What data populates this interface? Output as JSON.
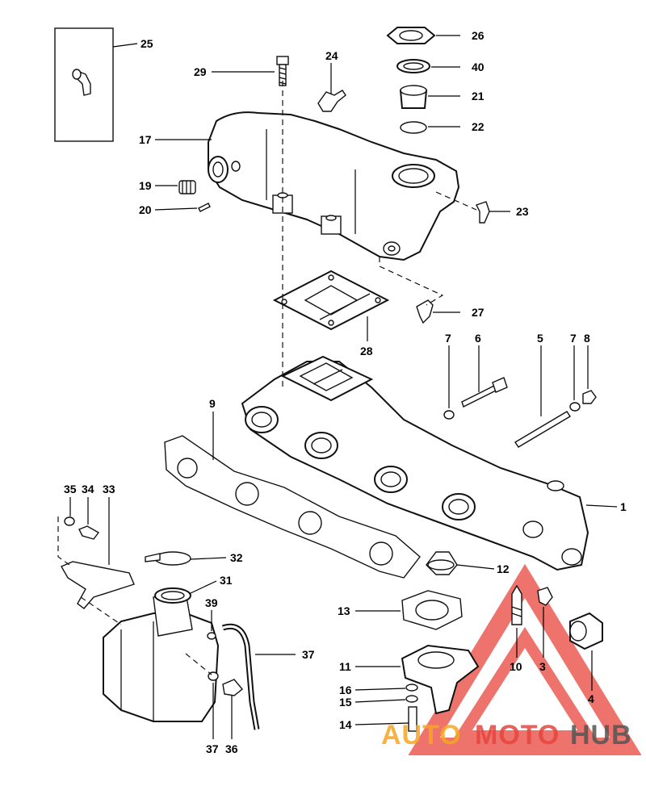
{
  "callouts": [
    {
      "id": "c1",
      "label": "1"
    },
    {
      "id": "c3",
      "label": "3"
    },
    {
      "id": "c4",
      "label": "4"
    },
    {
      "id": "c5",
      "label": "5"
    },
    {
      "id": "c6",
      "label": "6"
    },
    {
      "id": "c7a",
      "label": "7"
    },
    {
      "id": "c7b",
      "label": "7"
    },
    {
      "id": "c8",
      "label": "8"
    },
    {
      "id": "c9",
      "label": "9"
    },
    {
      "id": "c10",
      "label": "10"
    },
    {
      "id": "c11",
      "label": "11"
    },
    {
      "id": "c12",
      "label": "12"
    },
    {
      "id": "c13",
      "label": "13"
    },
    {
      "id": "c14",
      "label": "14"
    },
    {
      "id": "c15",
      "label": "15"
    },
    {
      "id": "c16",
      "label": "16"
    },
    {
      "id": "c17",
      "label": "17"
    },
    {
      "id": "c19",
      "label": "19"
    },
    {
      "id": "c20",
      "label": "20"
    },
    {
      "id": "c21",
      "label": "21"
    },
    {
      "id": "c22",
      "label": "22"
    },
    {
      "id": "c23",
      "label": "23"
    },
    {
      "id": "c24",
      "label": "24"
    },
    {
      "id": "c25",
      "label": "25"
    },
    {
      "id": "c26",
      "label": "26"
    },
    {
      "id": "c27",
      "label": "27"
    },
    {
      "id": "c28",
      "label": "28"
    },
    {
      "id": "c29",
      "label": "29"
    },
    {
      "id": "c31",
      "label": "31"
    },
    {
      "id": "c32",
      "label": "32"
    },
    {
      "id": "c33",
      "label": "33"
    },
    {
      "id": "c34",
      "label": "34"
    },
    {
      "id": "c35",
      "label": "35"
    },
    {
      "id": "c36",
      "label": "36"
    },
    {
      "id": "c37a",
      "label": "37"
    },
    {
      "id": "c37b",
      "label": "37"
    },
    {
      "id": "c39",
      "label": "39"
    },
    {
      "id": "c40",
      "label": "40"
    }
  ],
  "watermark": {
    "part1": "AUTO",
    "part2": "MOTO",
    "part3": "HUB",
    "color_orange": "#f5a623",
    "color_red": "#e8453c",
    "color_gray": "#555555"
  }
}
